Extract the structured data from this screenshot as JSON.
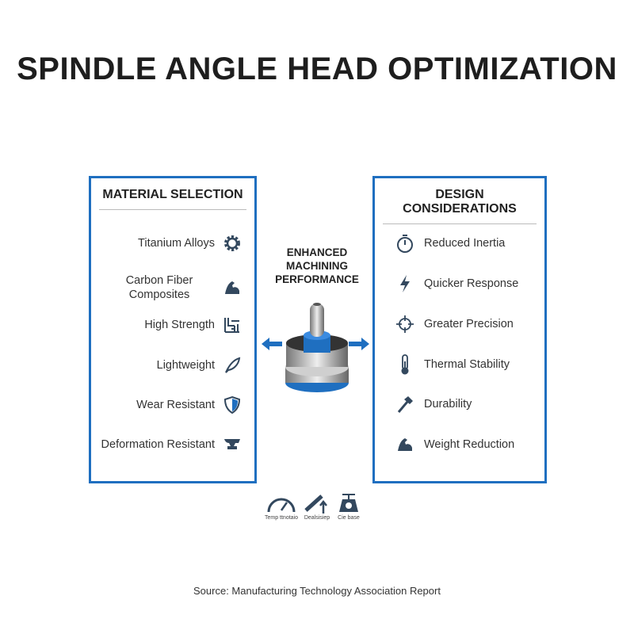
{
  "title": "SPINDLE ANGLE HEAD OPTIMIZATION",
  "material": {
    "heading": "MATERIAL SELECTION",
    "items": [
      {
        "label": "Titanium Alloys",
        "icon": "gear-icon"
      },
      {
        "label": "Carbon Fiber Composites",
        "icon": "flexed-arm-icon"
      },
      {
        "label": "High Strength",
        "icon": "grid-pattern-icon"
      },
      {
        "label": "Lightweight",
        "icon": "feather-icon"
      },
      {
        "label": "Wear Resistant",
        "icon": "shield-icon"
      },
      {
        "label": "Deformation Resistant",
        "icon": "anvil-icon"
      }
    ]
  },
  "design": {
    "heading": "DESIGN CONSIDERATIONS",
    "items": [
      {
        "label": "Reduced Inertia",
        "icon": "stopwatch-icon"
      },
      {
        "label": "Quicker Response",
        "icon": "lightning-icon"
      },
      {
        "label": "Greater Precision",
        "icon": "crosshair-icon"
      },
      {
        "label": "Thermal Stability",
        "icon": "thermometer-icon"
      },
      {
        "label": "Durability",
        "icon": "hammer-icon"
      },
      {
        "label": "Weight Reduction",
        "icon": "flexed-arm-icon"
      }
    ]
  },
  "center": {
    "label": "ENHANCED MACHINING PERFORMANCE"
  },
  "bottom_icons": [
    {
      "label": "Temp ttnotaio",
      "icon": "gauge-icon"
    },
    {
      "label": "Dealsisiep",
      "icon": "ruler-arrow-icon"
    },
    {
      "label": "Cie base",
      "icon": "scale-icon"
    }
  ],
  "source": "Source: Manufacturing Technology Association Report",
  "colors": {
    "accent": "#1f6fc0",
    "icon": "#33485e"
  }
}
